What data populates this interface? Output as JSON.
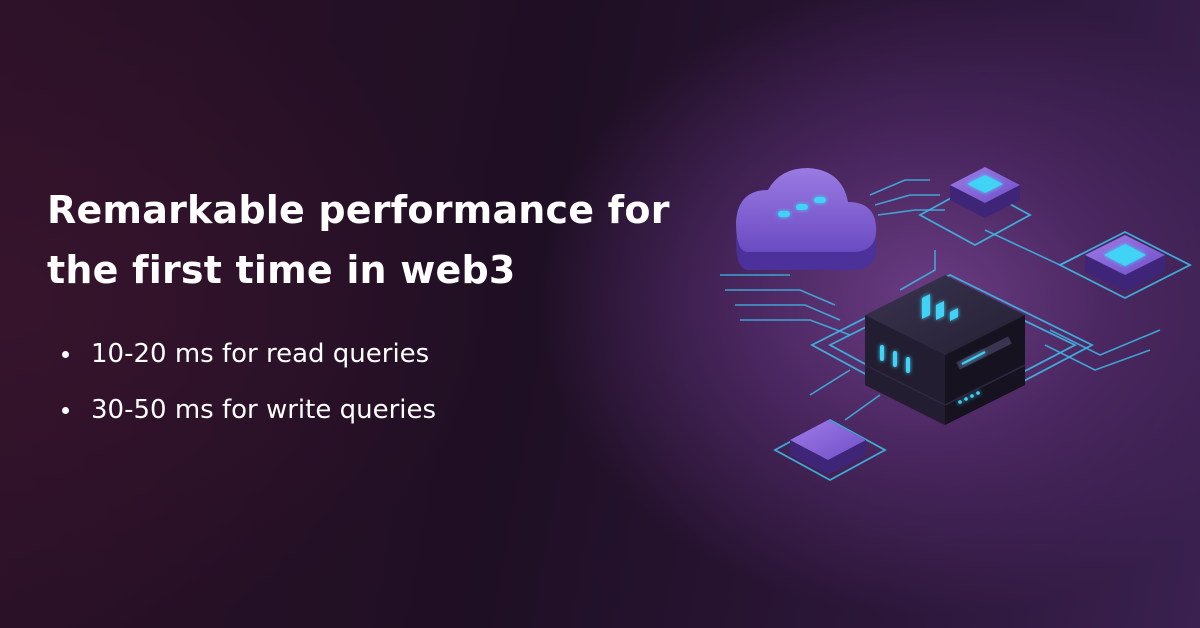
{
  "headline": {
    "line1": "Remarkable performance for",
    "line2": "the first time in web3"
  },
  "bullets": [
    "10-20 ms for read queries",
    "30-50 ms for write queries"
  ],
  "illustration": {
    "icons": [
      "cloud-icon",
      "server-icon",
      "chip-icon",
      "database-icon"
    ],
    "colors": {
      "circuit": "#3fb8e6",
      "tile_top": "#8a5fd6",
      "tile_side": "#4b2e86",
      "server_body": "#1e1a2a",
      "accent_cyan": "#3fd3f5"
    }
  }
}
